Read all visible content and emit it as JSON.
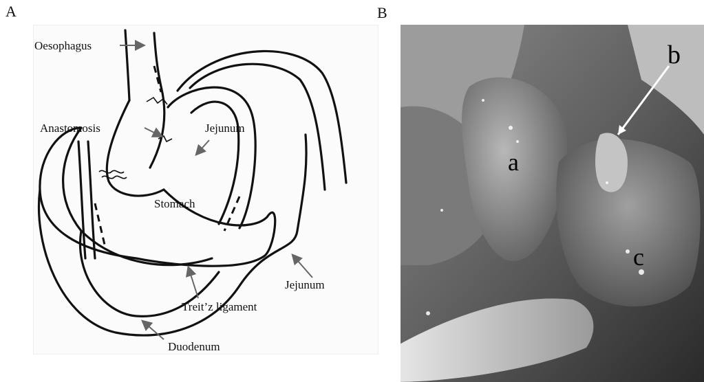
{
  "panels": {
    "a_letter": "A",
    "b_letter": "B"
  },
  "diagram": {
    "labels": {
      "oesophagus": "Oesophagus",
      "anastomosis": "Anastomosis",
      "jejunum_upper": "Jejunum",
      "stomach": "Stomach",
      "jejunum_lower": "Jejunum",
      "treitz": "Treit’z ligament",
      "duodenum": "Duodenum"
    }
  },
  "photo": {
    "labels": {
      "a": "a",
      "b": "b",
      "c": "c"
    }
  }
}
